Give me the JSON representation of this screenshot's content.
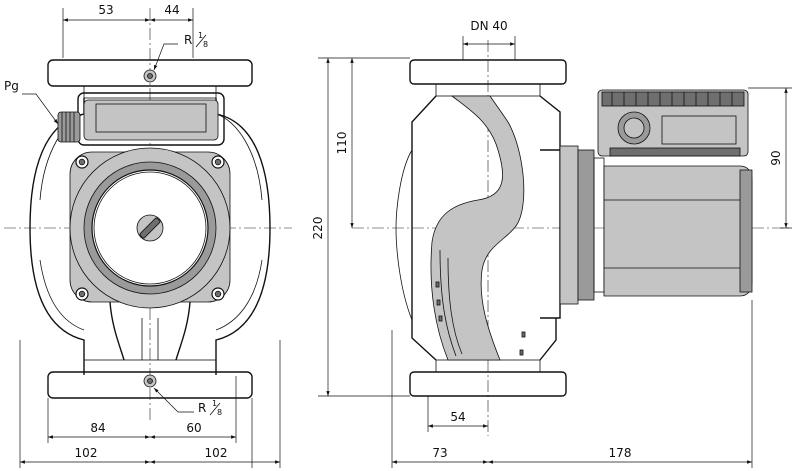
{
  "dimensions": {
    "front_top_left": "53",
    "front_top_right": "44",
    "thread_top": "R",
    "thread_bottom": "R",
    "thread_frac_num": "1",
    "thread_frac_den": "8",
    "pg": "Pg",
    "front_bottom_84": "84",
    "front_bottom_60": "60",
    "front_bottom_left": "102",
    "front_bottom_right": "102",
    "height_total": "220",
    "height_half": "110",
    "nominal_diameter": "DN 40",
    "side_54": "54",
    "side_73": "73",
    "side_178": "178",
    "box_height": "90"
  }
}
